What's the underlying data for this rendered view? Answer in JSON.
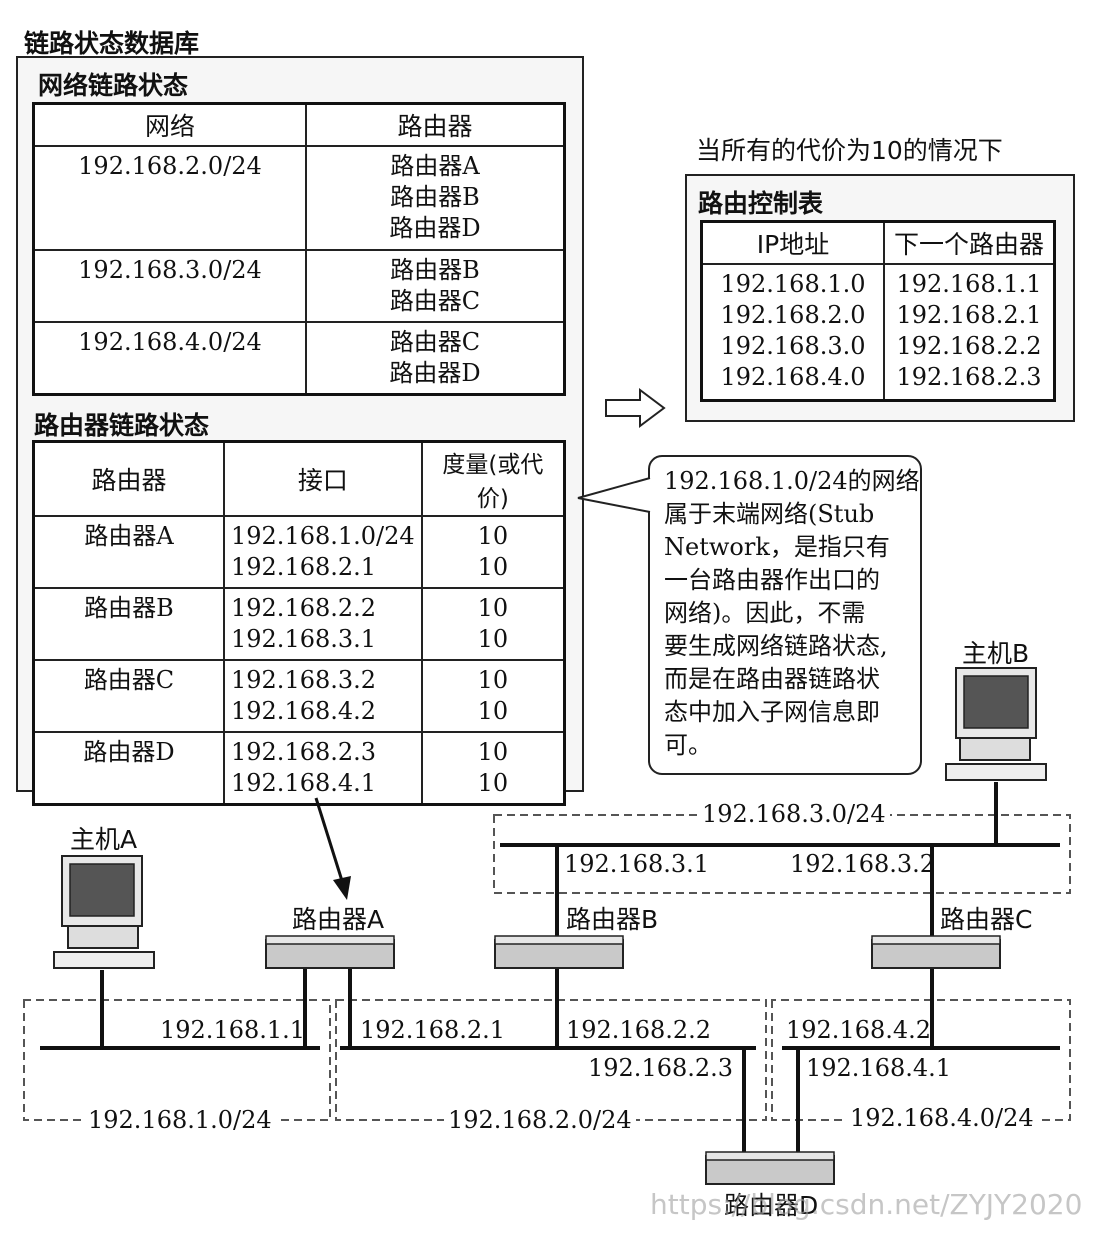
{
  "link_state_db": {
    "title": "链路状态数据库",
    "network_link_state": {
      "title": "网络链路状态",
      "headers": [
        "网络",
        "路由器"
      ],
      "rows": [
        {
          "network": "192.168.2.0/24",
          "routers": [
            "路由器A",
            "路由器B",
            "路由器D"
          ]
        },
        {
          "network": "192.168.3.0/24",
          "routers": [
            "路由器B",
            "路由器C"
          ]
        },
        {
          "network": "192.168.4.0/24",
          "routers": [
            "路由器C",
            "路由器D"
          ]
        }
      ]
    },
    "router_link_state": {
      "title": "路由器链路状态",
      "headers": [
        "路由器",
        "接口",
        "度量(或代价)"
      ],
      "rows": [
        {
          "router": "路由器A",
          "interfaces": [
            "192.168.1.0/24",
            "192.168.2.1"
          ],
          "metrics": [
            "10",
            "10"
          ]
        },
        {
          "router": "路由器B",
          "interfaces": [
            "192.168.2.2",
            "192.168.3.1"
          ],
          "metrics": [
            "10",
            "10"
          ]
        },
        {
          "router": "路由器C",
          "interfaces": [
            "192.168.3.2",
            "192.168.4.2"
          ],
          "metrics": [
            "10",
            "10"
          ]
        },
        {
          "router": "路由器D",
          "interfaces": [
            "192.168.2.3",
            "192.168.4.1"
          ],
          "metrics": [
            "10",
            "10"
          ]
        }
      ]
    }
  },
  "routing_table": {
    "caption": "当所有的代价为10的情况下",
    "title": "路由控制表",
    "headers": [
      "IP地址",
      "下一个路由器"
    ],
    "ip_addresses": [
      "192.168.1.0",
      "192.168.2.0",
      "192.168.3.0",
      "192.168.4.0"
    ],
    "next_routers": [
      "192.168.1.1",
      "192.168.2.1",
      "192.168.2.2",
      "192.168.2.3"
    ]
  },
  "note": {
    "lines": [
      "192.168.1.0/24的网络",
      "属于末端网络(Stub",
      "Network，是指只有",
      "一台路由器作出口的",
      "网络)。因此，不需",
      "要生成网络链路状态,",
      "而是在路由器链路状",
      "态中加入子网信息即",
      "可。"
    ]
  },
  "topology": {
    "hosts": {
      "a": "主机A",
      "b": "主机B"
    },
    "routers": {
      "a": "路由器A",
      "b": "路由器B",
      "c": "路由器C",
      "d": "路由器D"
    },
    "networks": {
      "net1": "192.168.1.0/24",
      "net2": "192.168.2.0/24",
      "net3": "192.168.3.0/24",
      "net4": "192.168.4.0/24"
    },
    "interfaces": {
      "ra_net1": "192.168.1.1",
      "ra_net2": "192.168.2.1",
      "rb_net2": "192.168.2.2",
      "rd_net2": "192.168.2.3",
      "rb_net3": "192.168.3.1",
      "rc_net3": "192.168.3.2",
      "rc_net4": "192.168.4.2",
      "rd_net4": "192.168.4.1"
    }
  },
  "watermark": "https://blog.csdn.net/ZYJY2020"
}
